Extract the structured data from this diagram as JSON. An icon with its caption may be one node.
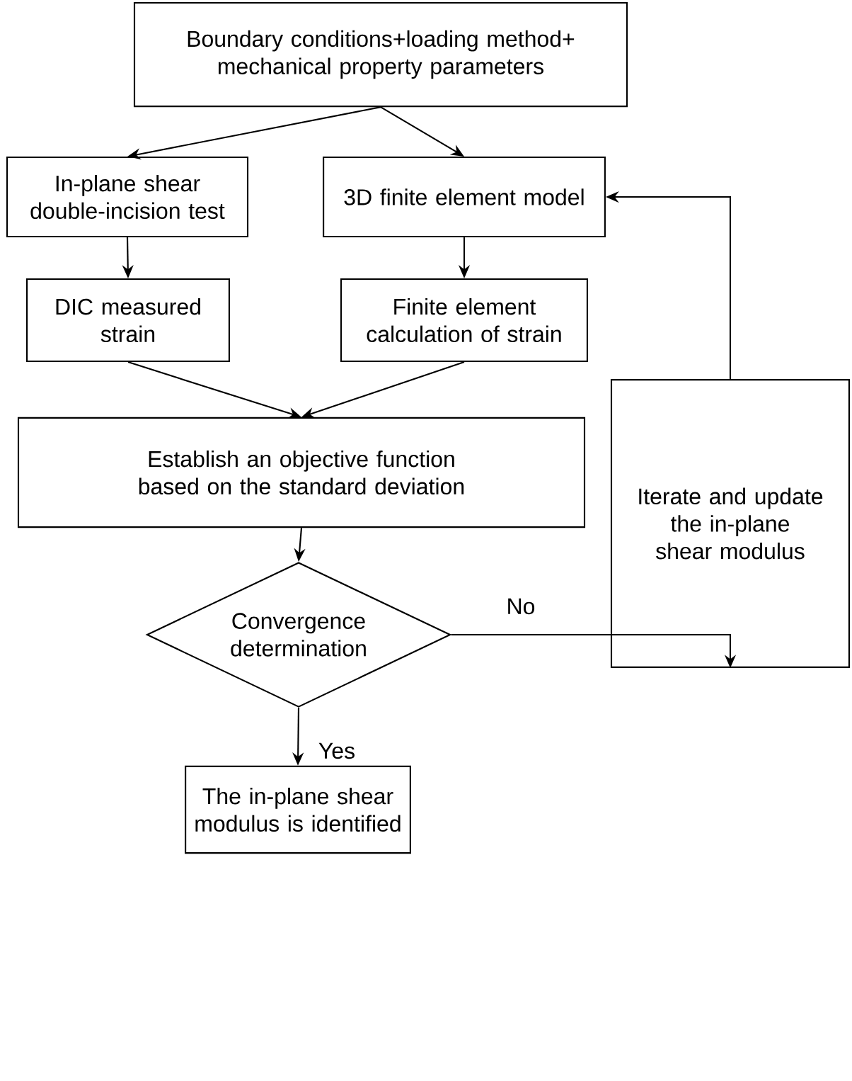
{
  "diagram": {
    "nodes": [
      {
        "text": [
          "Boundary conditions+loading method+ mechanical property parameters"
        ]
      },
      {
        "text": [
          "In-plane shear double-incision test"
        ]
      },
      {
        "text": [
          "3D finite element model"
        ]
      },
      {
        "text": [
          "DIC measured strain"
        ]
      },
      {
        "text": [
          "Finite element calculation of strain"
        ]
      },
      {
        "text": [
          "Establish an objective function based on the standard deviation"
        ]
      },
      {
        "text": [
          "Convergence determination"
        ]
      },
      {
        "text": [
          "Iterate and update the in-plane shear modulus"
        ]
      },
      {
        "text": [
          "The in-plane shear modulus is identified"
        ]
      }
    ],
    "edges": [
      {
        "from": 0,
        "to": 1,
        "arrow": "to"
      },
      {
        "from": 0,
        "to": 2,
        "arrow": "to"
      },
      {
        "from": 1,
        "to": 3,
        "arrow": "to"
      },
      {
        "from": 2,
        "to": 4,
        "arrow": "to"
      },
      {
        "from": 3,
        "to": 5,
        "arrow": "to"
      },
      {
        "from": 4,
        "to": 5,
        "arrow": "to"
      },
      {
        "from": 5,
        "to": 6,
        "arrow": "to"
      },
      {
        "from": 6,
        "to": 7,
        "arrow": "to",
        "label": "No"
      },
      {
        "from": 7,
        "to": 2,
        "arrow": "to"
      },
      {
        "from": 6,
        "to": 8,
        "arrow": "to",
        "label": "Yes"
      }
    ]
  }
}
